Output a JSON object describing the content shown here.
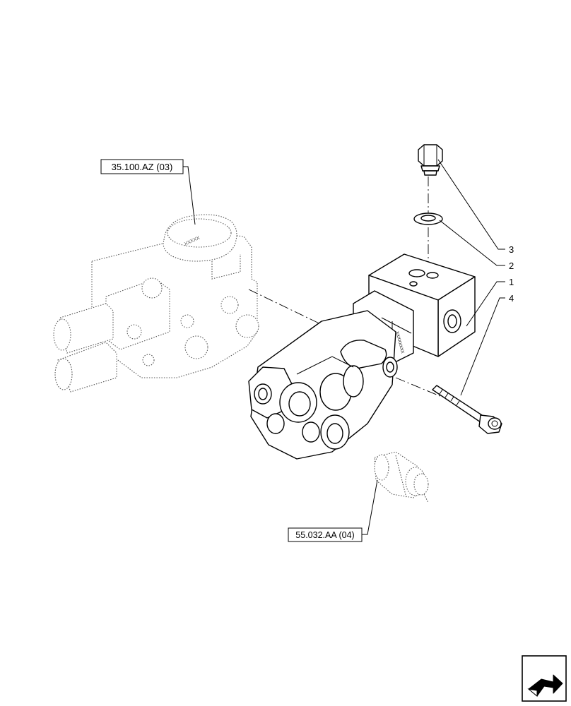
{
  "references": {
    "top_left": "35.100.AZ (03)",
    "bottom": "55.032.AA (04)"
  },
  "callouts": [
    "3",
    "2",
    "1",
    "4"
  ],
  "nav_icon": "page-navigation-arrow-icon"
}
